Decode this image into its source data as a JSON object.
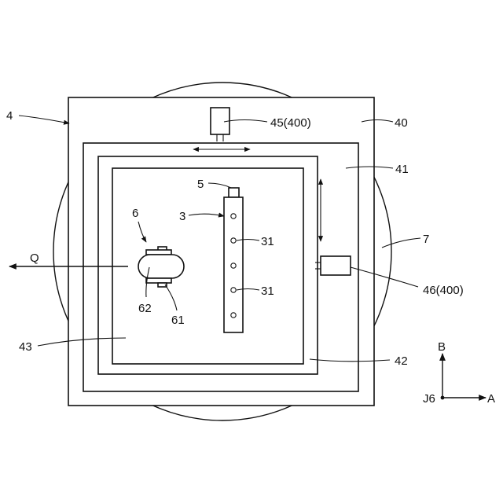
{
  "labels": {
    "ref_4": "4",
    "ref_40": "40",
    "ref_45": "45(400)",
    "ref_41": "41",
    "ref_5": "5",
    "ref_3": "3",
    "ref_6": "6",
    "ref_q": "Q",
    "ref_31_upper": "31",
    "ref_31_lower": "31",
    "ref_7": "7",
    "ref_46": "46(400)",
    "ref_62": "62",
    "ref_61": "61",
    "ref_43": "43",
    "ref_42": "42"
  },
  "axes": {
    "vertical_label": "B",
    "horizontal_label": "A",
    "origin_label": "J6"
  }
}
